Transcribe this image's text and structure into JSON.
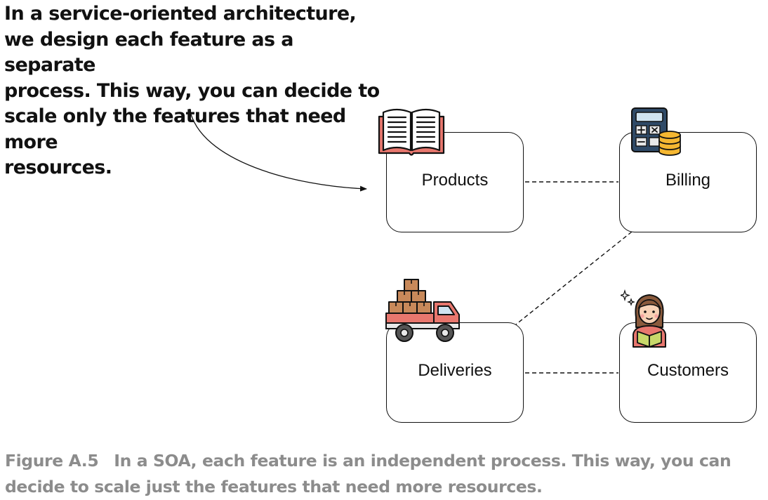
{
  "annotation": {
    "text": "In a service-oriented architecture,\nwe design each feature as a separate\nprocess. This way, you can decide to\nscale only the features that need more\nresources."
  },
  "nodes": {
    "products": "Products",
    "billing": "Billing",
    "deliveries": "Deliveries",
    "customers": "Customers"
  },
  "icons": {
    "products": "open-book-icon",
    "billing": "calculator-coins-icon",
    "deliveries": "delivery-truck-icon",
    "customers": "customer-woman-icon"
  },
  "colors": {
    "node_border": "#111111",
    "caption_text": "#8c8c8c",
    "icon_red": "#e8776e",
    "icon_gold": "#f5b731",
    "icon_box": "#c8895a",
    "icon_navy": "#2f4a67"
  },
  "caption": {
    "figure": "Figure A.5",
    "text": "In a SOA, each feature is an independent process. This way, you can decide to scale just the features that need more resources."
  }
}
